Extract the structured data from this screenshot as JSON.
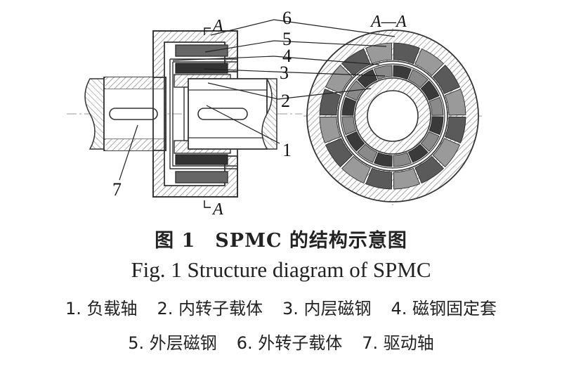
{
  "labels": {
    "n1": "1",
    "n2": "2",
    "n3": "3",
    "n4": "4",
    "n5": "5",
    "n6": "6",
    "n7": "7"
  },
  "section": {
    "left_top": "A",
    "left_bottom": "A",
    "right": "A—A"
  },
  "caption": {
    "cn": "图 1　SPMC 的结构示意图",
    "en": "Fig. 1 Structure diagram of SPMC"
  },
  "legend": {
    "row1": [
      "1. 负载轴",
      "2. 内转子载体",
      "3. 内层磁钢",
      "4. 磁钢固定套"
    ],
    "row2": [
      "5. 外层磁钢",
      "6. 外转子载体",
      "7. 驱动轴"
    ]
  }
}
